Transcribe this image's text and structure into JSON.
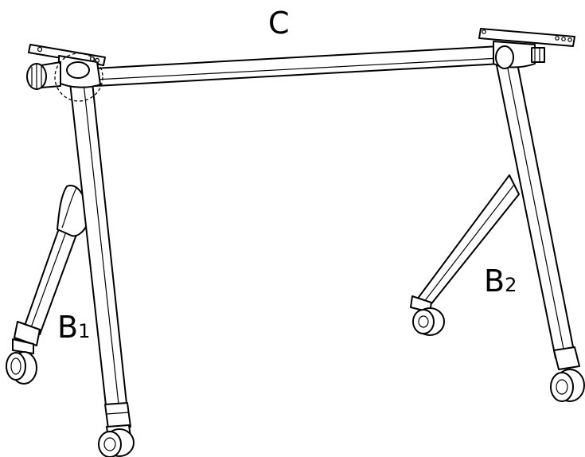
{
  "labels": {
    "crossbar": "C",
    "leg_left": {
      "main": "B",
      "sub": "1"
    },
    "leg_right": {
      "main": "B",
      "sub": "2"
    }
  }
}
